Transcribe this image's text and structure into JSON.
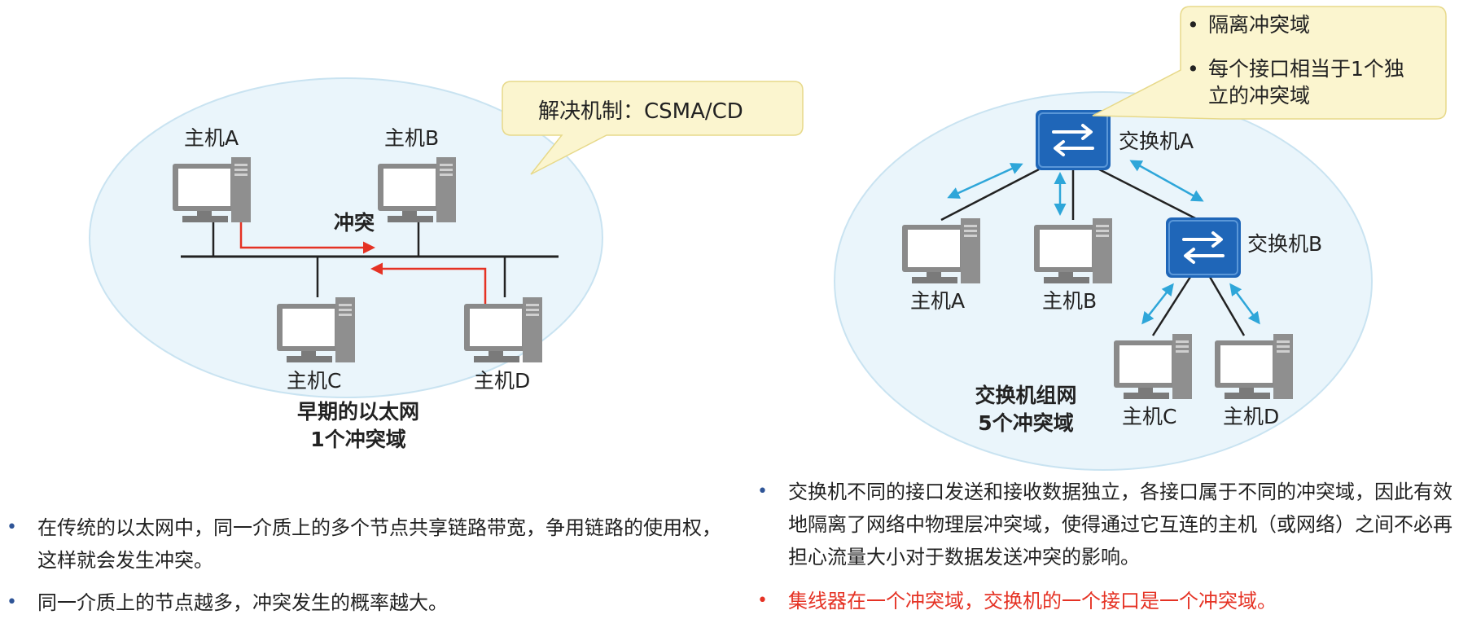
{
  "left": {
    "callout": "解决机制：CSMA/CD",
    "conflict_label": "冲突",
    "hosts": {
      "a": "主机A",
      "b": "主机B",
      "c": "主机C",
      "d": "主机D"
    },
    "caption_line1": "早期的以太网",
    "caption_line2": "1个冲突域",
    "bullets": [
      "在传统的以太网中，同一介质上的多个节点共享链路带宽，争用链路的使用权，这样就会发生冲突。",
      "同一介质上的节点越多，冲突发生的概率越大。"
    ]
  },
  "right": {
    "callout_items": [
      "隔离冲突域",
      "每个接口相当于1个独立的冲突域"
    ],
    "switch_a": "交换机A",
    "switch_b": "交换机B",
    "hosts": {
      "a": "主机A",
      "b": "主机B",
      "c": "主机C",
      "d": "主机D"
    },
    "caption_line1": "交换机组网",
    "caption_line2": "5个冲突域",
    "bullets": [
      "交换机不同的接口发送和接收数据独立，各接口属于不同的冲突域，因此有效地隔离了网络中物理层冲突域，使得通过它互连的主机（或网络）之间不必再担心流量大小对于数据发送冲突的影响。",
      "集线器在一个冲突域，交换机的一个接口是一个冲突域。"
    ]
  },
  "colors": {
    "conflict": "#e53224",
    "switch": "#1f66b8",
    "arrow": "#2ea6d9",
    "ellipse": "#eaf5fb",
    "callout_bg": "#fbf5cf"
  }
}
